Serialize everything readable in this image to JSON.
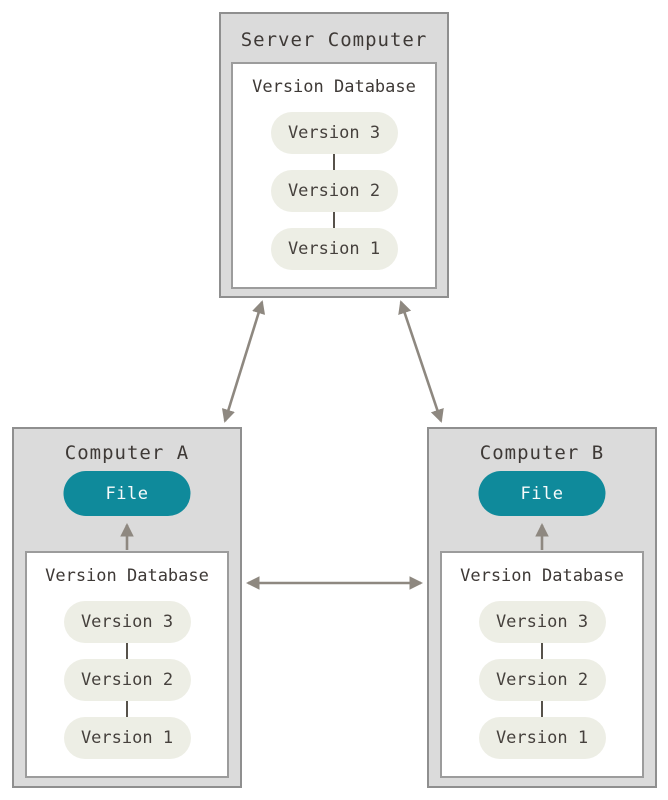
{
  "colors": {
    "accent_teal": "#0f8a9b",
    "box_fill": "#dbdbdb",
    "box_border": "#8f8f8f",
    "inner_box_fill": "#ffffff",
    "version_pill_fill": "#edeee5",
    "arrow": "#8e8880",
    "text": "#3e3936"
  },
  "server": {
    "title": "Server Computer",
    "database": {
      "label": "Version Database",
      "versions": [
        "Version 3",
        "Version 2",
        "Version 1"
      ]
    }
  },
  "computer_a": {
    "title": "Computer A",
    "file_label": "File",
    "database": {
      "label": "Version Database",
      "versions": [
        "Version 3",
        "Version 2",
        "Version 1"
      ]
    }
  },
  "computer_b": {
    "title": "Computer B",
    "file_label": "File",
    "database": {
      "label": "Version Database",
      "versions": [
        "Version 3",
        "Version 2",
        "Version 1"
      ]
    }
  }
}
